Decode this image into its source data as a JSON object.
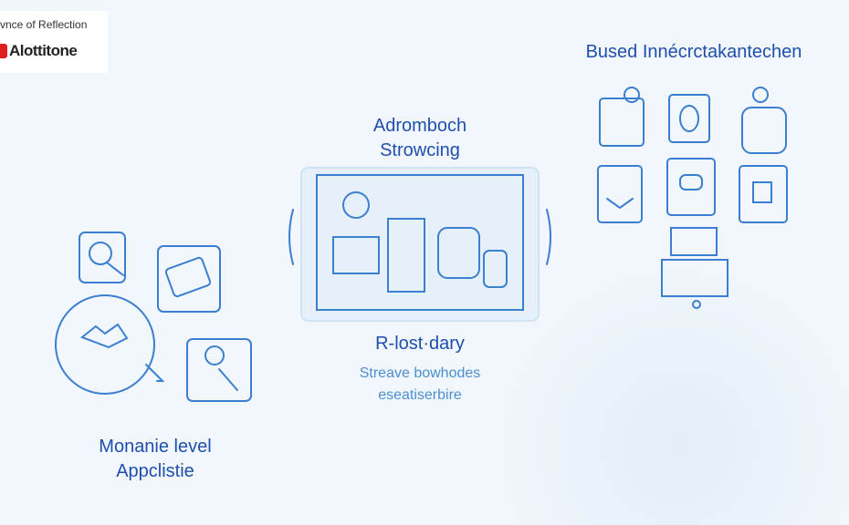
{
  "logo": {
    "subtitle": "vnce of Reflection",
    "brand": "Alottitone"
  },
  "sections": [
    {
      "title_line1": "Monanie level",
      "title_line2": "Appclistie"
    },
    {
      "title_line1": "Adromboch",
      "title_line2": "Strowcing",
      "caption": "R-lost·dary",
      "sub_line1": "Streave bowhodes",
      "sub_line2": "eseatiserbire"
    },
    {
      "title_line1": "Bused Innécrctakantechen"
    }
  ]
}
